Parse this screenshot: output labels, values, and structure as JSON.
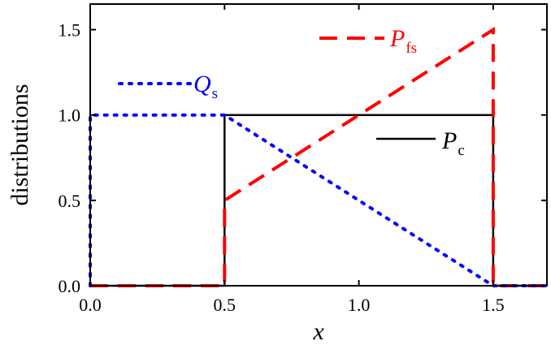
{
  "chart_data": {
    "type": "line",
    "xlabel": "x",
    "ylabel": "distributions",
    "xlim": [
      0.0,
      1.7
    ],
    "ylim": [
      0.0,
      1.65
    ],
    "xticks": [
      "0.0",
      "0.5",
      "1.0",
      "1.5"
    ],
    "yticks": [
      "0.0",
      "0.5",
      "1.0",
      "1.5"
    ],
    "grid": false,
    "legend": "inside",
    "series": [
      {
        "name": "P",
        "subscript": "c",
        "color": "#000000",
        "style": "solid",
        "x": [
          0.0,
          0.5,
          0.5,
          1.5,
          1.5,
          1.7
        ],
        "y": [
          0.0,
          0.0,
          1.0,
          1.0,
          0.0,
          0.0
        ]
      },
      {
        "name": "P",
        "subscript": "fs",
        "color": "#ff0000",
        "style": "dashed",
        "x": [
          0.0,
          0.5,
          0.5,
          1.5,
          1.5,
          1.7
        ],
        "y": [
          0.0,
          0.0,
          0.5,
          1.5,
          0.0,
          0.0
        ]
      },
      {
        "name": "Q",
        "subscript": "s",
        "color": "#0000ff",
        "style": "dotted",
        "x": [
          0.0,
          0.0,
          0.5,
          1.5,
          1.5,
          1.7
        ],
        "y": [
          0.0,
          1.0,
          1.0,
          0.0,
          0.0,
          0.0
        ]
      }
    ]
  }
}
